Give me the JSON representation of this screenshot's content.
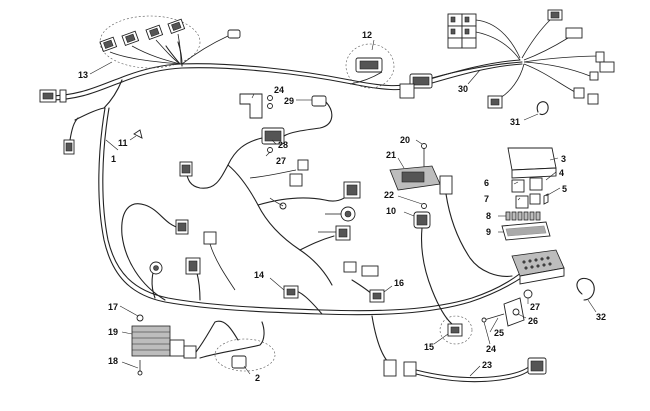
{
  "callouts": [
    {
      "id": "c1",
      "label": "1"
    },
    {
      "id": "c2",
      "label": "2"
    },
    {
      "id": "c3",
      "label": "3"
    },
    {
      "id": "c4",
      "label": "4"
    },
    {
      "id": "c5",
      "label": "5"
    },
    {
      "id": "c6",
      "label": "6"
    },
    {
      "id": "c7",
      "label": "7"
    },
    {
      "id": "c8",
      "label": "8"
    },
    {
      "id": "c9",
      "label": "9"
    },
    {
      "id": "c10",
      "label": "10"
    },
    {
      "id": "c11",
      "label": "11"
    },
    {
      "id": "c12",
      "label": "12"
    },
    {
      "id": "c13",
      "label": "13"
    },
    {
      "id": "c14",
      "label": "14"
    },
    {
      "id": "c15",
      "label": "15"
    },
    {
      "id": "c16",
      "label": "16"
    },
    {
      "id": "c17",
      "label": "17"
    },
    {
      "id": "c18",
      "label": "18"
    },
    {
      "id": "c19",
      "label": "19"
    },
    {
      "id": "c20",
      "label": "20"
    },
    {
      "id": "c21",
      "label": "21"
    },
    {
      "id": "c22",
      "label": "22"
    },
    {
      "id": "c23",
      "label": "23"
    },
    {
      "id": "c24a",
      "label": "24"
    },
    {
      "id": "c24b",
      "label": "24"
    },
    {
      "id": "c25",
      "label": "25"
    },
    {
      "id": "c26",
      "label": "26"
    },
    {
      "id": "c27a",
      "label": "27"
    },
    {
      "id": "c27b",
      "label": "27"
    },
    {
      "id": "c28",
      "label": "28"
    },
    {
      "id": "c29",
      "label": "29"
    },
    {
      "id": "c30",
      "label": "30"
    },
    {
      "id": "c31",
      "label": "31"
    },
    {
      "id": "c32",
      "label": "32"
    }
  ]
}
